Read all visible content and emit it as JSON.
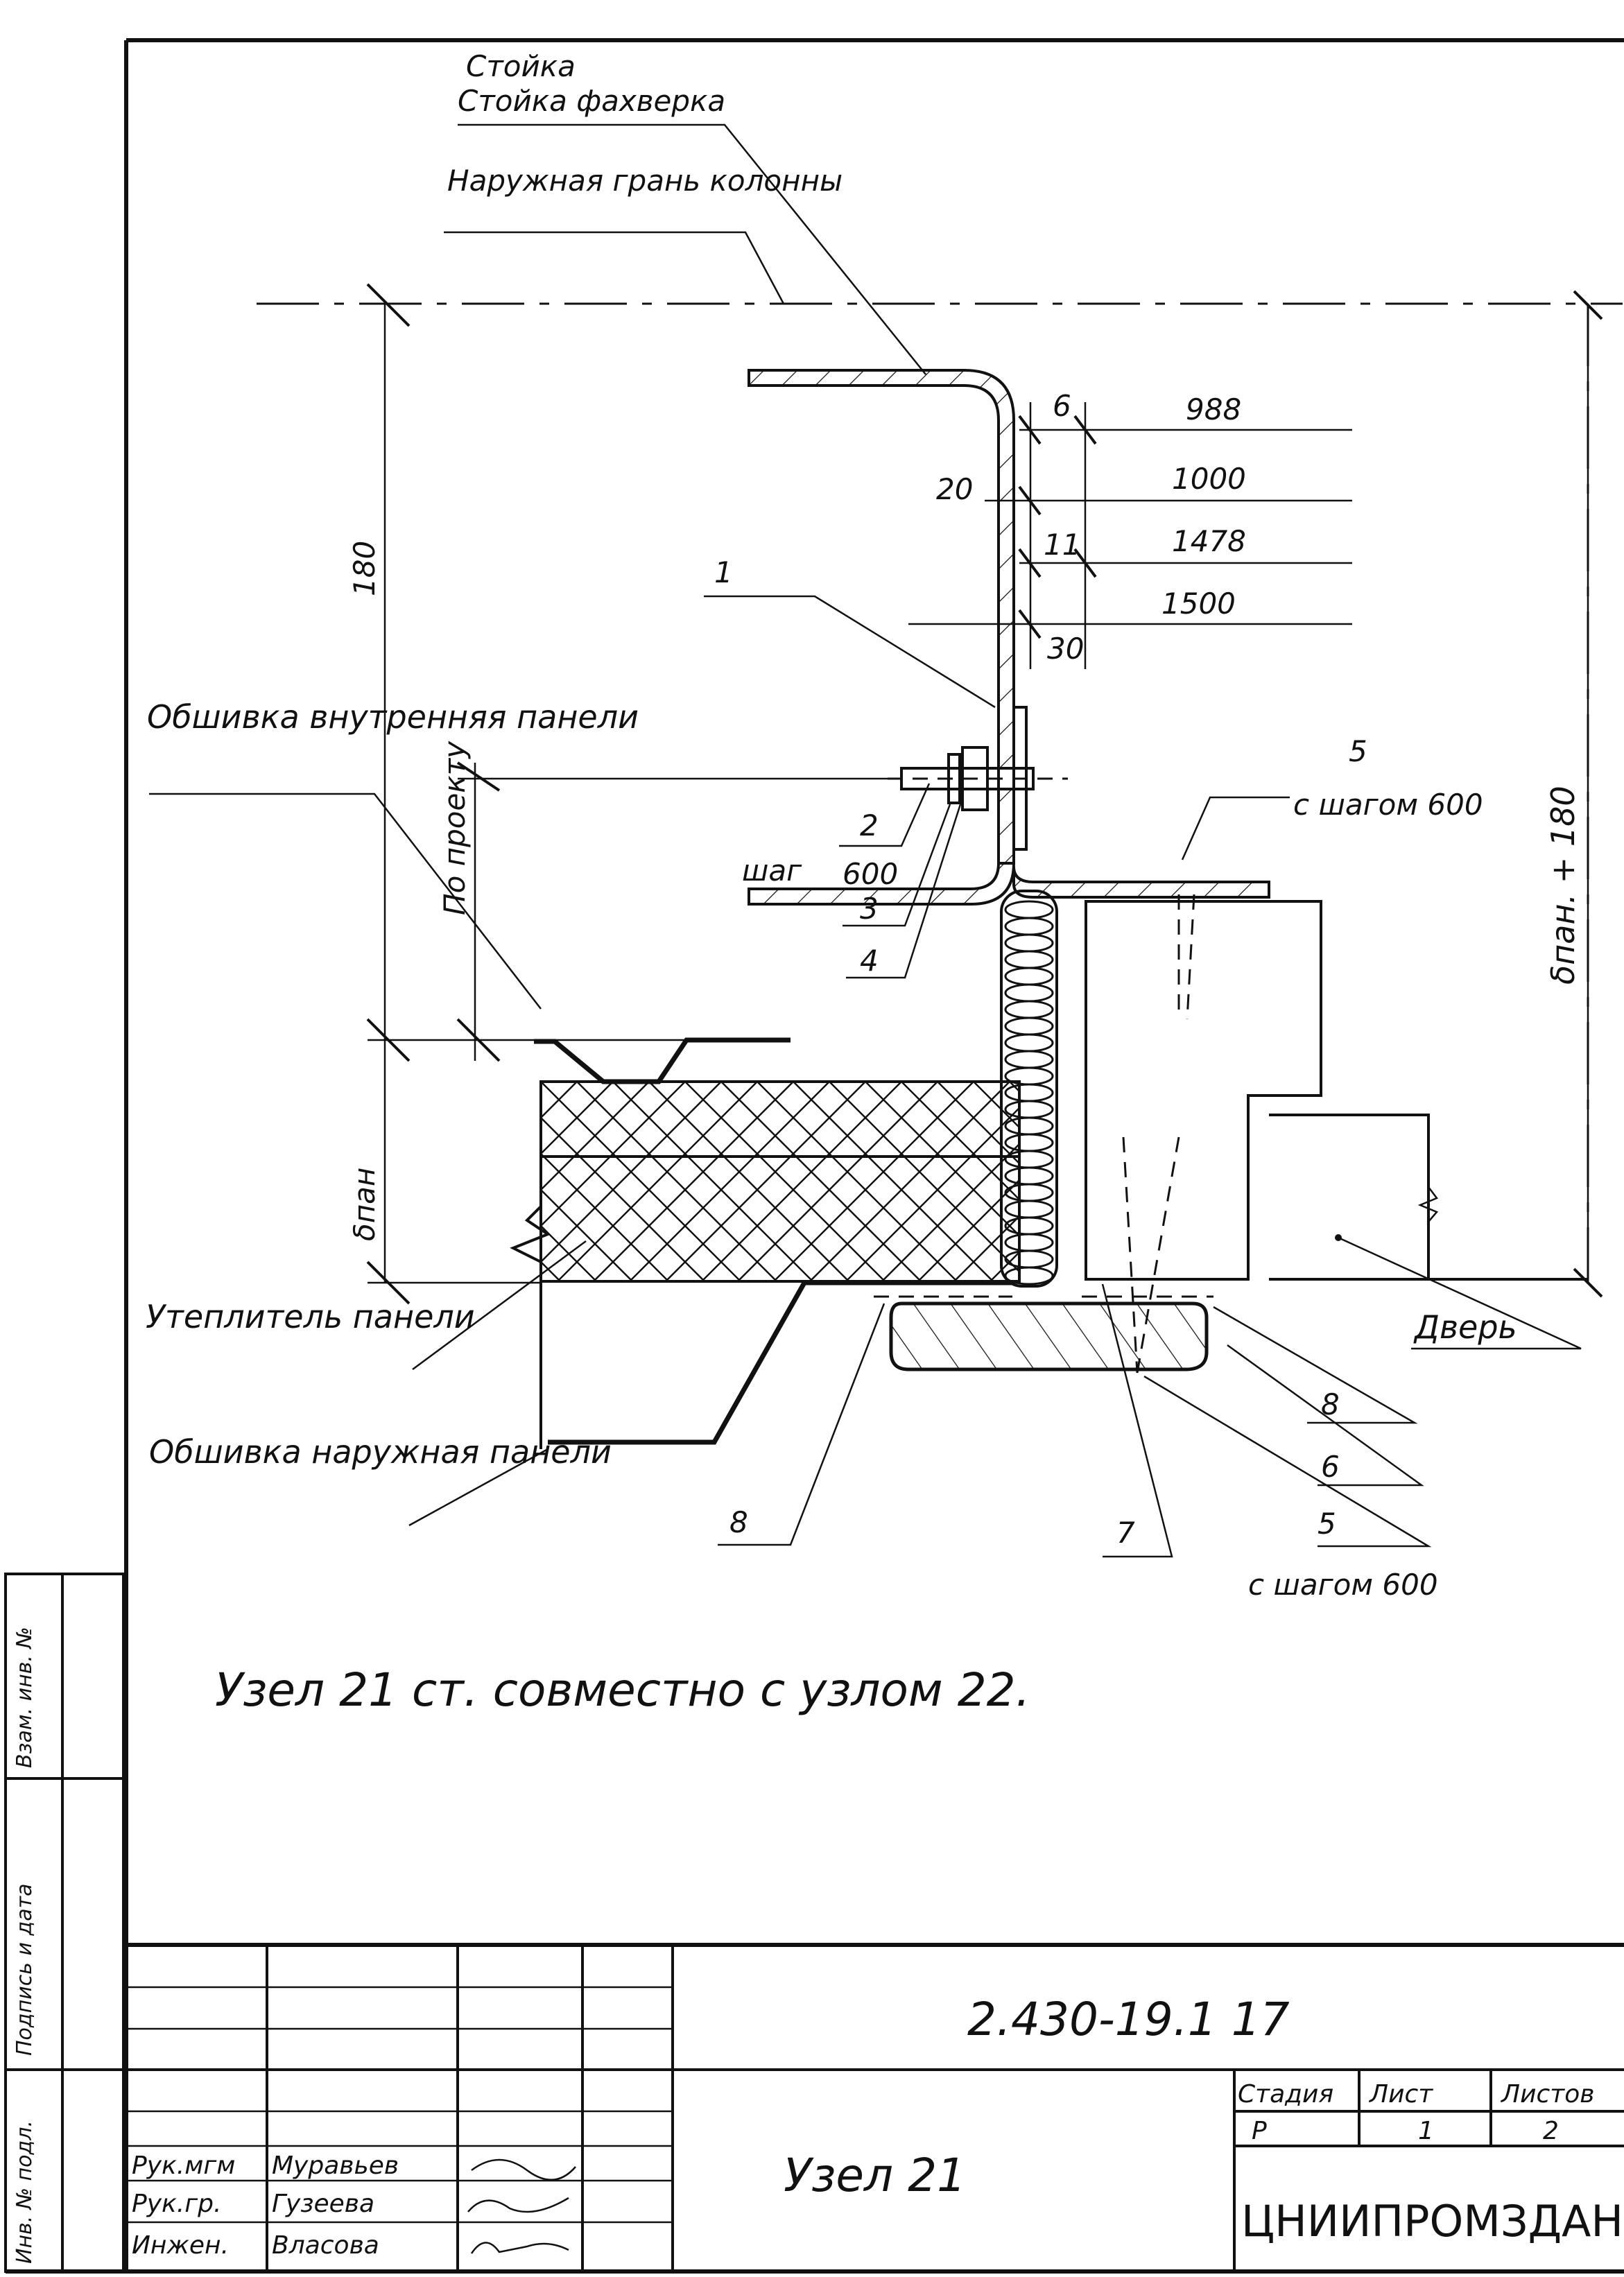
{
  "labels": {
    "post": "Стойка фахверка",
    "column_face": "Наружная грань колонны",
    "inner_sheathing": "Обшивка внутренняя панели",
    "insulation": "Утеплитель панели",
    "outer_sheathing": "Обшивка наружная панели",
    "door": "Дверь",
    "by_project": "По проекту",
    "pos_step_2": "шаг",
    "step_600_a": "с шагом 600",
    "step_600_b": "с шагом 600",
    "pos_1": "1",
    "pos_2": "2",
    "pos_2_step": "600",
    "pos_3": "3",
    "pos_4": "4",
    "pos_5a": "5",
    "pos_5b": "5",
    "pos_6": "6",
    "pos_7": "7",
    "pos_8a": "8",
    "pos_8b": "8"
  },
  "dimensions": {
    "d6": "6",
    "d20": "20",
    "d11": "11",
    "d30": "30",
    "d988": "988",
    "d1000": "1000",
    "d1478": "1478",
    "d1500": "1500",
    "d180": "180",
    "delta_pan": "δпан",
    "delta_pan_plus": "δпан. + 180"
  },
  "note": "Узел 21 ст. совместно с узлом 22.",
  "title_block": {
    "doc_code": "2.430-19.1 17",
    "sheet_title": "Узел 21",
    "stage_header": "Стадия",
    "sheet_header": "Лист",
    "sheets_header": "Листов",
    "stage": "Р",
    "sheet": "1",
    "sheets": "2",
    "org": "ЦНИИПРОМЗДАНИЙ",
    "rows": [
      {
        "role": "Рук.мгм",
        "name": "Муравьев"
      },
      {
        "role": "Рук.гр.",
        "name": "Гузеева"
      },
      {
        "role": "Инжен.",
        "name": "Власова"
      }
    ],
    "side_fields": [
      "Инв. № подл.",
      "Подпись и дата",
      "Взам. инв. №"
    ]
  }
}
